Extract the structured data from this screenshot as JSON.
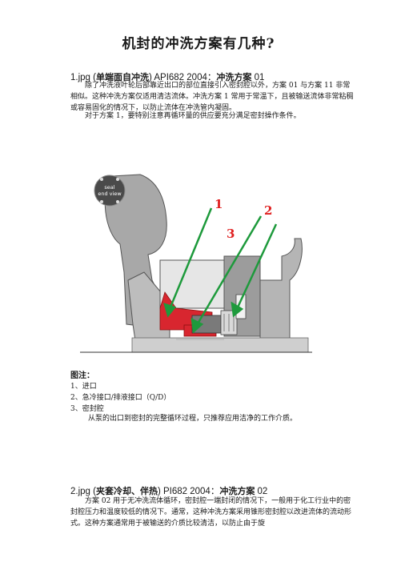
{
  "title": "机封的冲洗方案有几种?",
  "section1": {
    "num": "1.jpg (",
    "bold1": "单端面自冲洗",
    "mid": ") API682 2004：",
    "bold2": "冲洗方案",
    "tail": " 01",
    "para1": "除了冲洗液叶轮后部靠近出口的部位直接引入密封腔以外，方案 01 与方案 11 非常相似。这种冲洗方案仅适用清洁流体。冲洗方案 1 常用于常温下，且被输送流体非常粘稠或容易固化的情况下，以防止流体在冲洗管内凝固。",
    "para2": "对于方案 1，要特别注意再循环量的供应要充分满足密封操作条件。"
  },
  "diagram": {
    "badge_line1": "seal",
    "badge_line2": "end view",
    "label1": "1",
    "label2": "2",
    "label3": "3"
  },
  "legend": {
    "title": "图注：",
    "items": [
      "1、进口",
      "2、急冷接口/排液接口（Q/D）",
      "3、密封腔"
    ],
    "note": "从泵的出口到密封的完整循环过程，只推荐应用洁净的工作介质。"
  },
  "section2": {
    "num": "2.jpg (",
    "bold1": "夹套冷却、伴热",
    "mid": ") PI682 2004：",
    "bold2": "冲洗方案",
    "tail": " 02",
    "para1": "方案 02 用于无冲洗流体循环，密封腔一端封闭的情况下，一般用于化工行业中的密封腔压力和温度较低的情况下。通常，这种冲洗方案采用锥形密封腔以改进流体的流动形式。这种方案通常用于被输送的介质比较清洁，以防止由于旋"
  },
  "colors": {
    "seal_red": "#d8262f",
    "arrow_green": "#1e9a3c",
    "label_red": "#e02020",
    "casing_gray": "#a8a8a8"
  }
}
